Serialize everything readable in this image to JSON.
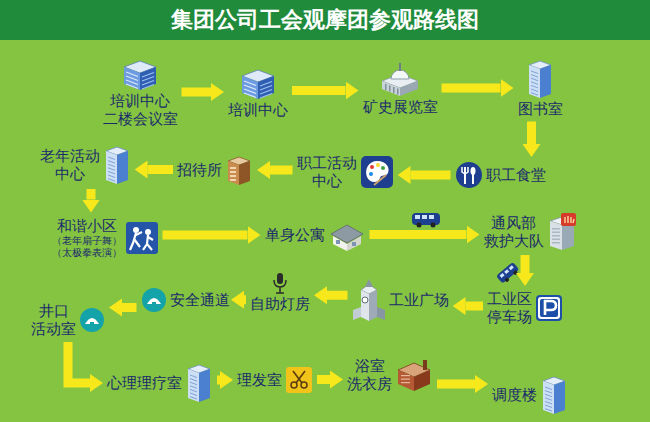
{
  "diagram": {
    "title": "集团公司工会观摩团参观路线图",
    "nodes": [
      {
        "text": [
          "培训中心 二楼会议室"
        ]
      },
      {
        "text": [
          "培训中心"
        ]
      },
      {
        "text": [
          "矿史展览室"
        ]
      },
      {
        "text": [
          "图书室"
        ]
      },
      {
        "text": [
          "职工食堂"
        ]
      },
      {
        "text": [
          "职工活动 中心"
        ]
      },
      {
        "text": [
          "招待所"
        ]
      },
      {
        "text": [
          "老年活动 中心"
        ]
      },
      {
        "text": [
          "和谐小区",
          "（老年扇子舞）",
          "（太极拳表演）"
        ]
      },
      {
        "text": [
          "单身公寓"
        ]
      },
      {
        "text": [
          "通风部 救护大队"
        ]
      },
      {
        "text": [
          "工业区 停车场"
        ]
      },
      {
        "text": [
          "工业广场"
        ]
      },
      {
        "text": [
          "自助灯房"
        ]
      },
      {
        "text": [
          "安全通道"
        ]
      },
      {
        "text": [
          "井口 活动室"
        ]
      },
      {
        "text": [
          "心理理疗室"
        ]
      },
      {
        "text": [
          "理发室"
        ]
      },
      {
        "text": [
          "浴室 洗衣房"
        ]
      },
      {
        "text": [
          "调度楼"
        ]
      }
    ],
    "edges": [
      {
        "from": 0,
        "to": 1,
        "arrow": "to"
      },
      {
        "from": 1,
        "to": 2,
        "arrow": "to"
      },
      {
        "from": 2,
        "to": 3,
        "arrow": "to"
      },
      {
        "from": 3,
        "to": 4,
        "arrow": "to"
      },
      {
        "from": 4,
        "to": 5,
        "arrow": "to"
      },
      {
        "from": 5,
        "to": 6,
        "arrow": "to"
      },
      {
        "from": 6,
        "to": 7,
        "arrow": "to"
      },
      {
        "from": 7,
        "to": 8,
        "arrow": "to"
      },
      {
        "from": 8,
        "to": 9,
        "arrow": "to"
      },
      {
        "from": 9,
        "to": 10,
        "arrow": "to"
      },
      {
        "from": 10,
        "to": 11,
        "arrow": "to"
      },
      {
        "from": 11,
        "to": 12,
        "arrow": "to"
      },
      {
        "from": 12,
        "to": 13,
        "arrow": "to"
      },
      {
        "from": 13,
        "to": 14,
        "arrow": "to"
      },
      {
        "from": 14,
        "to": 15,
        "arrow": "to"
      },
      {
        "from": 15,
        "to": 16,
        "arrow": "to"
      },
      {
        "from": 16,
        "to": 17,
        "arrow": "to"
      },
      {
        "from": 17,
        "to": 18,
        "arrow": "to"
      },
      {
        "from": 18,
        "to": 19,
        "arrow": "to"
      }
    ]
  }
}
